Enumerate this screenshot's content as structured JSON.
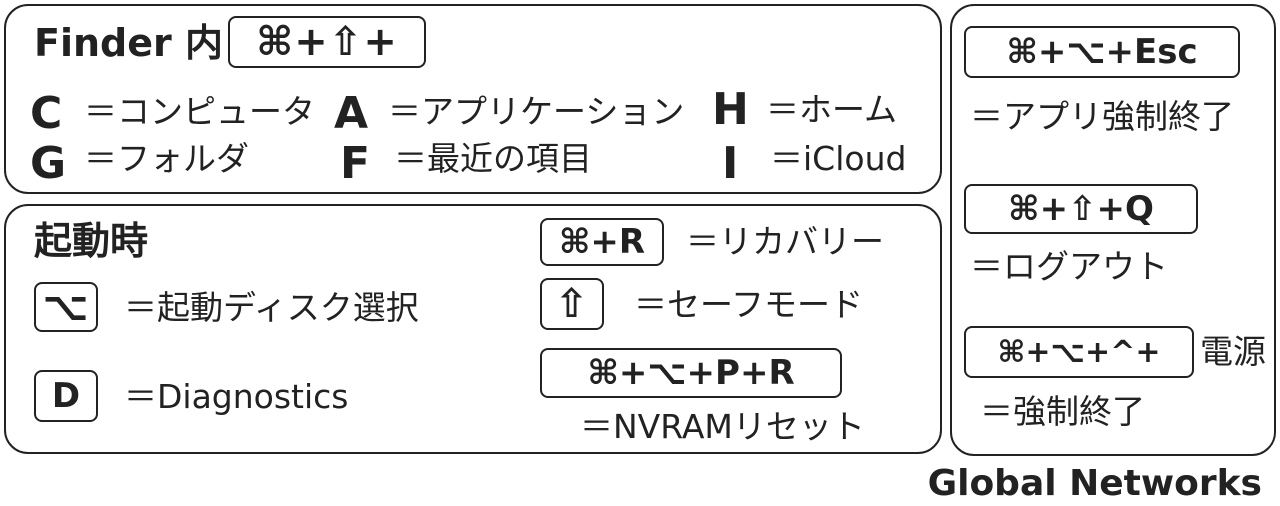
{
  "finder": {
    "title": "Finder 内",
    "combo": "⌘+⇧+",
    "items": [
      {
        "key": "C",
        "label": "＝コンピュータ"
      },
      {
        "key": "A",
        "label": "＝アプリケーション"
      },
      {
        "key": "H",
        "label": "＝ホーム"
      },
      {
        "key": "G",
        "label": "＝フォルダ"
      },
      {
        "key": "F",
        "label": "＝最近の項目"
      },
      {
        "key": "I",
        "label": "＝iCloud"
      }
    ]
  },
  "boot": {
    "title": "起動時",
    "items": [
      {
        "key": "⌥",
        "label": "＝起動ディスク選択"
      },
      {
        "key": "D",
        "label": "＝Diagnostics"
      },
      {
        "key": "⌘+R",
        "label": "＝リカバリー"
      },
      {
        "key": "⇧",
        "label": "＝セーフモード"
      },
      {
        "key": "⌘+⌥+P+R",
        "label": "＝NVRAMリセット"
      }
    ]
  },
  "right": {
    "items": [
      {
        "key": "⌘+⌥+Esc",
        "label": "＝アプリ強制終了"
      },
      {
        "key": "⌘+⇧+Q",
        "label": "＝ログアウト"
      },
      {
        "key": "⌘+⌥+^+",
        "suffix": "電源",
        "label": "＝強制終了"
      }
    ]
  },
  "footer": "Global Networks"
}
